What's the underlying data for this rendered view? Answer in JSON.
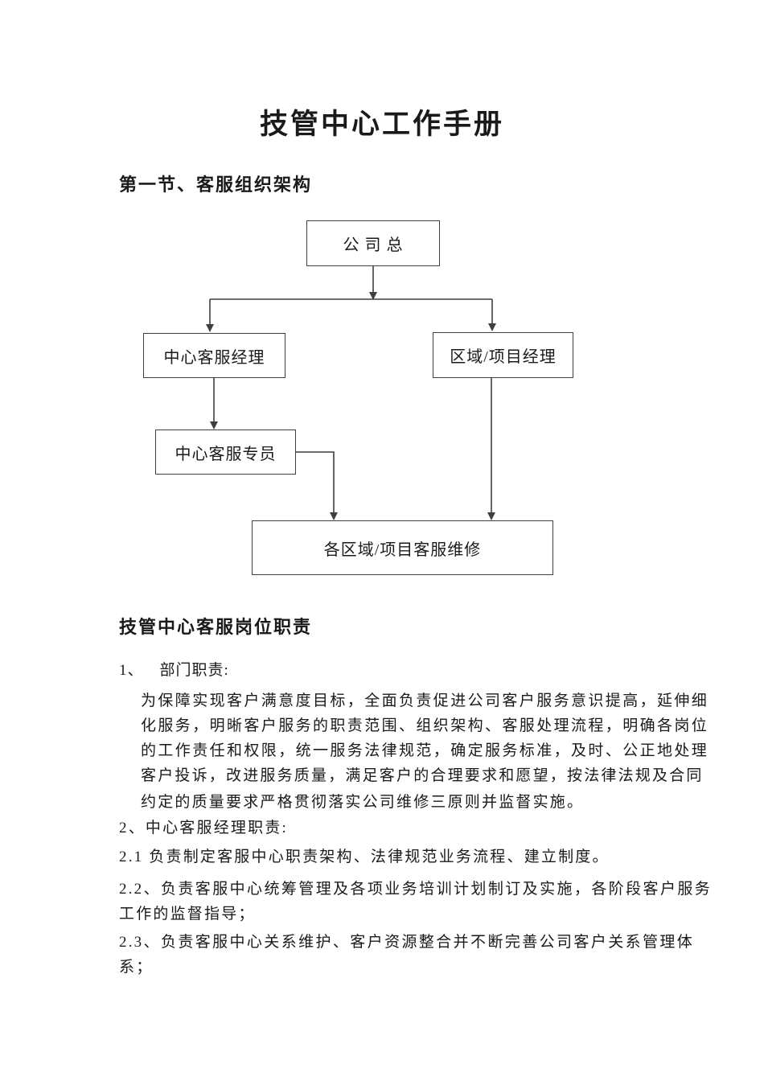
{
  "doc": {
    "title": "技管中心工作手册"
  },
  "sections": {
    "org": {
      "heading": "第一节、客服组织架构"
    },
    "duties": {
      "heading": "技管中心客服岗位职责"
    }
  },
  "org_chart": {
    "top_box": "公 司 总",
    "center_manager_box": "中心客服经理",
    "region_manager_box": "区域/项目经理",
    "center_specialist_box": "中心客服专员",
    "bottom_box": "各区域/项目客服维修"
  },
  "duties": {
    "item1_number": "1、",
    "item1_title": "部门职责:",
    "item1_para1": "为保障实现客户满意度目标，全面负责促进公司客户服务意识提高，延伸细化服务，明晰客户服务的职责范围、组织架构、客服处理流程，明确各岗位的工作责任和权限，统一服务法律规范，确定服务标准，及时、公正地处理客户投诉，改进服务质量，满足客户的合理要求和愿望，按法律法规及合同",
    "item1_para2": "约定的质量要求严格贯彻落实公司维修三原则并监督实施。",
    "item2_heading": "2、中心客服经理职责:",
    "item2_1": "2.1 负责制定客服中心职责架构、法律规范业务流程、建立制度。",
    "item2_2": "2.2、负责客服中心统筹管理及各项业务培训计划制订及实施，各阶段客户服务工作的监督指导；",
    "item2_3": "2.3、负责客服中心关系维护、客户资源整合并不断完善公司客户关系管理体系；"
  }
}
